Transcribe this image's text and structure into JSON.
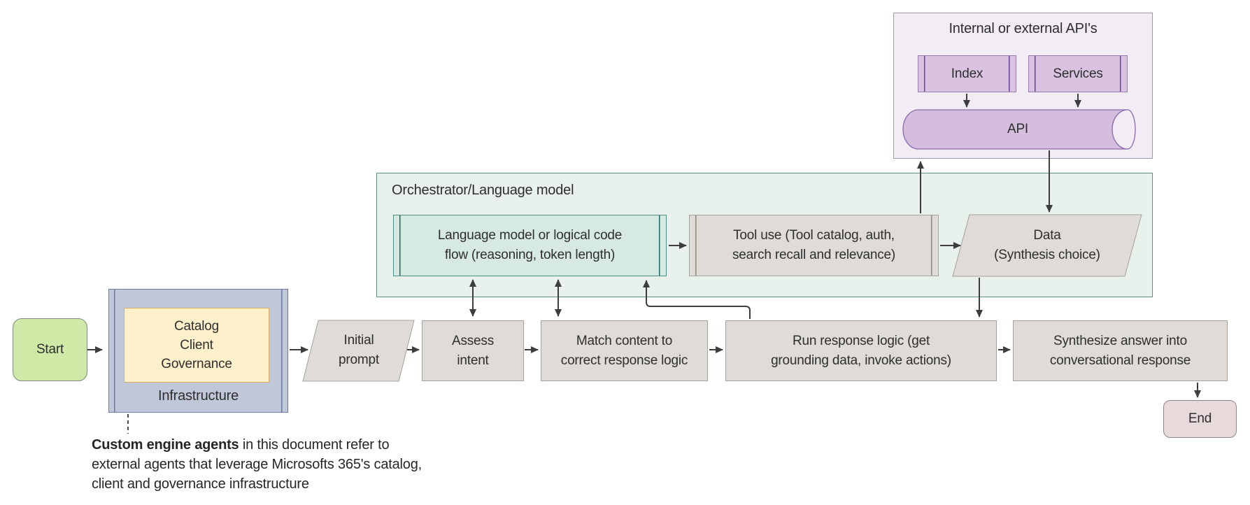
{
  "api_group": {
    "title": "Internal or external API's",
    "index": {
      "label": "Index"
    },
    "services": {
      "label": "Services"
    },
    "api": {
      "label": "API"
    }
  },
  "orchestrator": {
    "title": "Orchestrator/Language model",
    "language_model": {
      "line1": "Language model or logical code",
      "line2": "flow (reasoning, token length)"
    },
    "tool_use": {
      "line1": "Tool use (Tool catalog, auth,",
      "line2": "search recall and relevance)"
    },
    "data": {
      "line1": "Data",
      "line2": "(Synthesis choice)"
    }
  },
  "flow": {
    "start": {
      "label": "Start"
    },
    "catalog_box": {
      "line1": "Catalog",
      "line2": "Client",
      "line3": "Governance"
    },
    "infrastructure": {
      "label": "Infrastructure"
    },
    "initial_prompt": {
      "line1": "Initial",
      "line2": "prompt"
    },
    "assess_intent": {
      "line1": "Assess",
      "line2": "intent"
    },
    "match_content": {
      "line1": "Match content to",
      "line2": "correct response logic"
    },
    "run_response": {
      "line1": "Run response logic (get",
      "line2": "grounding data, invoke actions)"
    },
    "synthesize": {
      "line1": "Synthesize answer into",
      "line2": "conversational response"
    },
    "end": {
      "label": "End"
    }
  },
  "note": {
    "bold": "Custom engine agents",
    "rest": " in this document refer to external agents that leverage Microsofts 365's catalog, client and governance infrastructure"
  },
  "colors": {
    "purple_container": "#f2ecf5",
    "purple_node": "#d9c3e0",
    "purple_accent_line": "#6b3f9d",
    "green_container": "#e9f1ec",
    "teal_node": "#d6e9e3",
    "teal_accent_line": "#1e6a62",
    "gray_node": "#dfdbd6",
    "infrastructure_container": "#c0c7d9",
    "catalog_node": "#fdf0ca",
    "start_node": "#cfe9a6",
    "end_node": "#e8dadb",
    "arrow": "#3d3d3d",
    "text": "#2e2e2e"
  }
}
